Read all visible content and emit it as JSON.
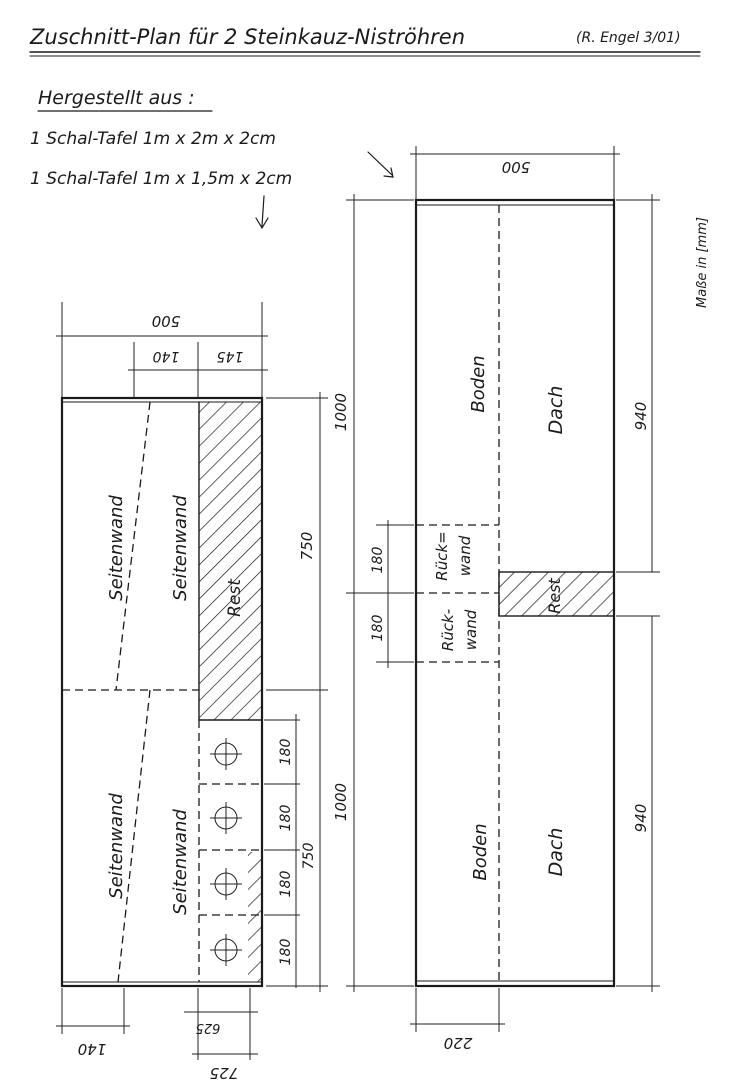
{
  "header": {
    "title": "Zuschnitt-Plan für 2 Steinkauz-Niströhren",
    "author": "(R. Engel 3/01)"
  },
  "materials": {
    "heading": "Hergestellt aus :",
    "item1": "1 Schal-Tafel  1m x 2m x 2cm",
    "item2": "1 Schal-Tafel  1m x 1,5m x 2cm"
  },
  "units_note": "Maße in [mm]",
  "left_board": {
    "width_total": "500",
    "width_a": "140",
    "width_b": "145",
    "side_top": "750",
    "side_bottom": "750",
    "cell_dims": [
      "180",
      "180",
      "180",
      "180"
    ],
    "bottom_a": "140",
    "bottom_b": "625",
    "bottom_c": "725",
    "labels": {
      "seitenwand_1": "Seitenwand",
      "seitenwand_2": "Seitenwand",
      "seitenwand_3": "Seitenwand",
      "seitenwand_4": "Seitenwand",
      "rest": "Rest"
    }
  },
  "right_board": {
    "width_total": "500",
    "height_top": "1000",
    "height_bottom": "1000",
    "side_top": "940",
    "side_bottom": "940",
    "rw_top": "180",
    "rw_bottom": "180",
    "bottom_width": "220",
    "labels": {
      "boden_top": "Boden",
      "dach_top": "Dach",
      "rueckwand_top_1": "Rück=",
      "rueckwand_top_2": "wand",
      "rueckwand_bot_1": "Rück-",
      "rueckwand_bot_2": "wand",
      "rest": "Rest",
      "boden_bottom": "Boden",
      "dach_bottom": "Dach"
    }
  }
}
